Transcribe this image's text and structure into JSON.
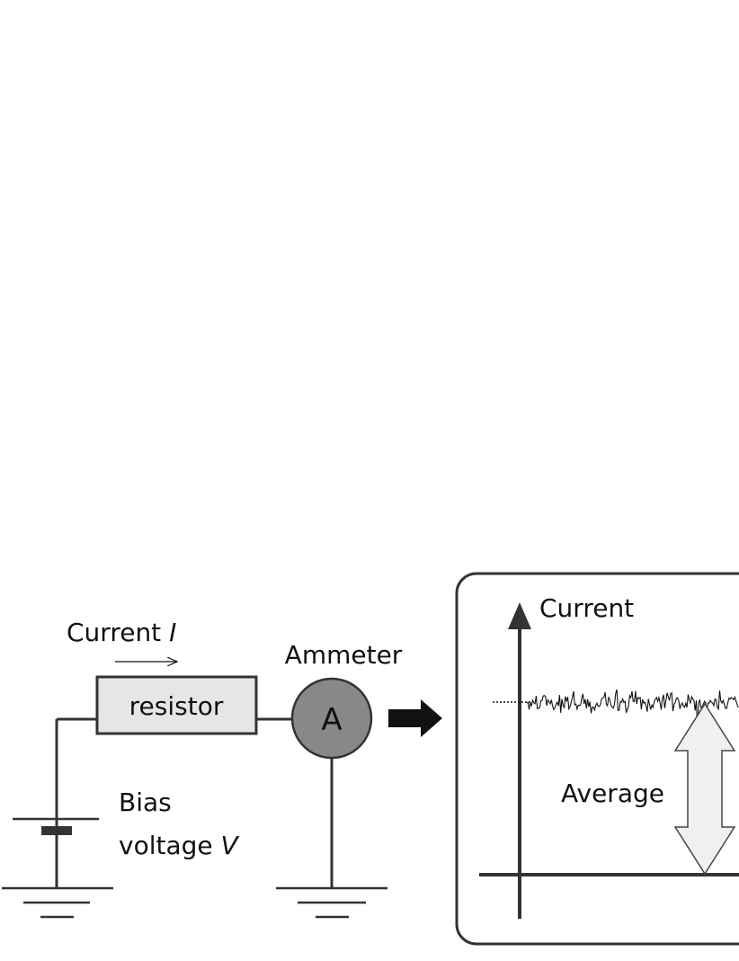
{
  "circuit": {
    "current_label": "Current",
    "current_symbol": "I",
    "resistor_label": "resistor",
    "ammeter_label": "Ammeter",
    "ammeter_symbol": "A",
    "bias_line1": "Bias",
    "bias_line2_prefix": "voltage ",
    "bias_symbol": "V"
  },
  "graph": {
    "y_axis_label": "Current",
    "average_label": "Average"
  },
  "colors": {
    "line": "#333333",
    "resistor_fill": "#e6e6e6",
    "ammeter_fill": "#888888",
    "arrow_fill": "#f0f0f0",
    "noise": "#111111"
  }
}
